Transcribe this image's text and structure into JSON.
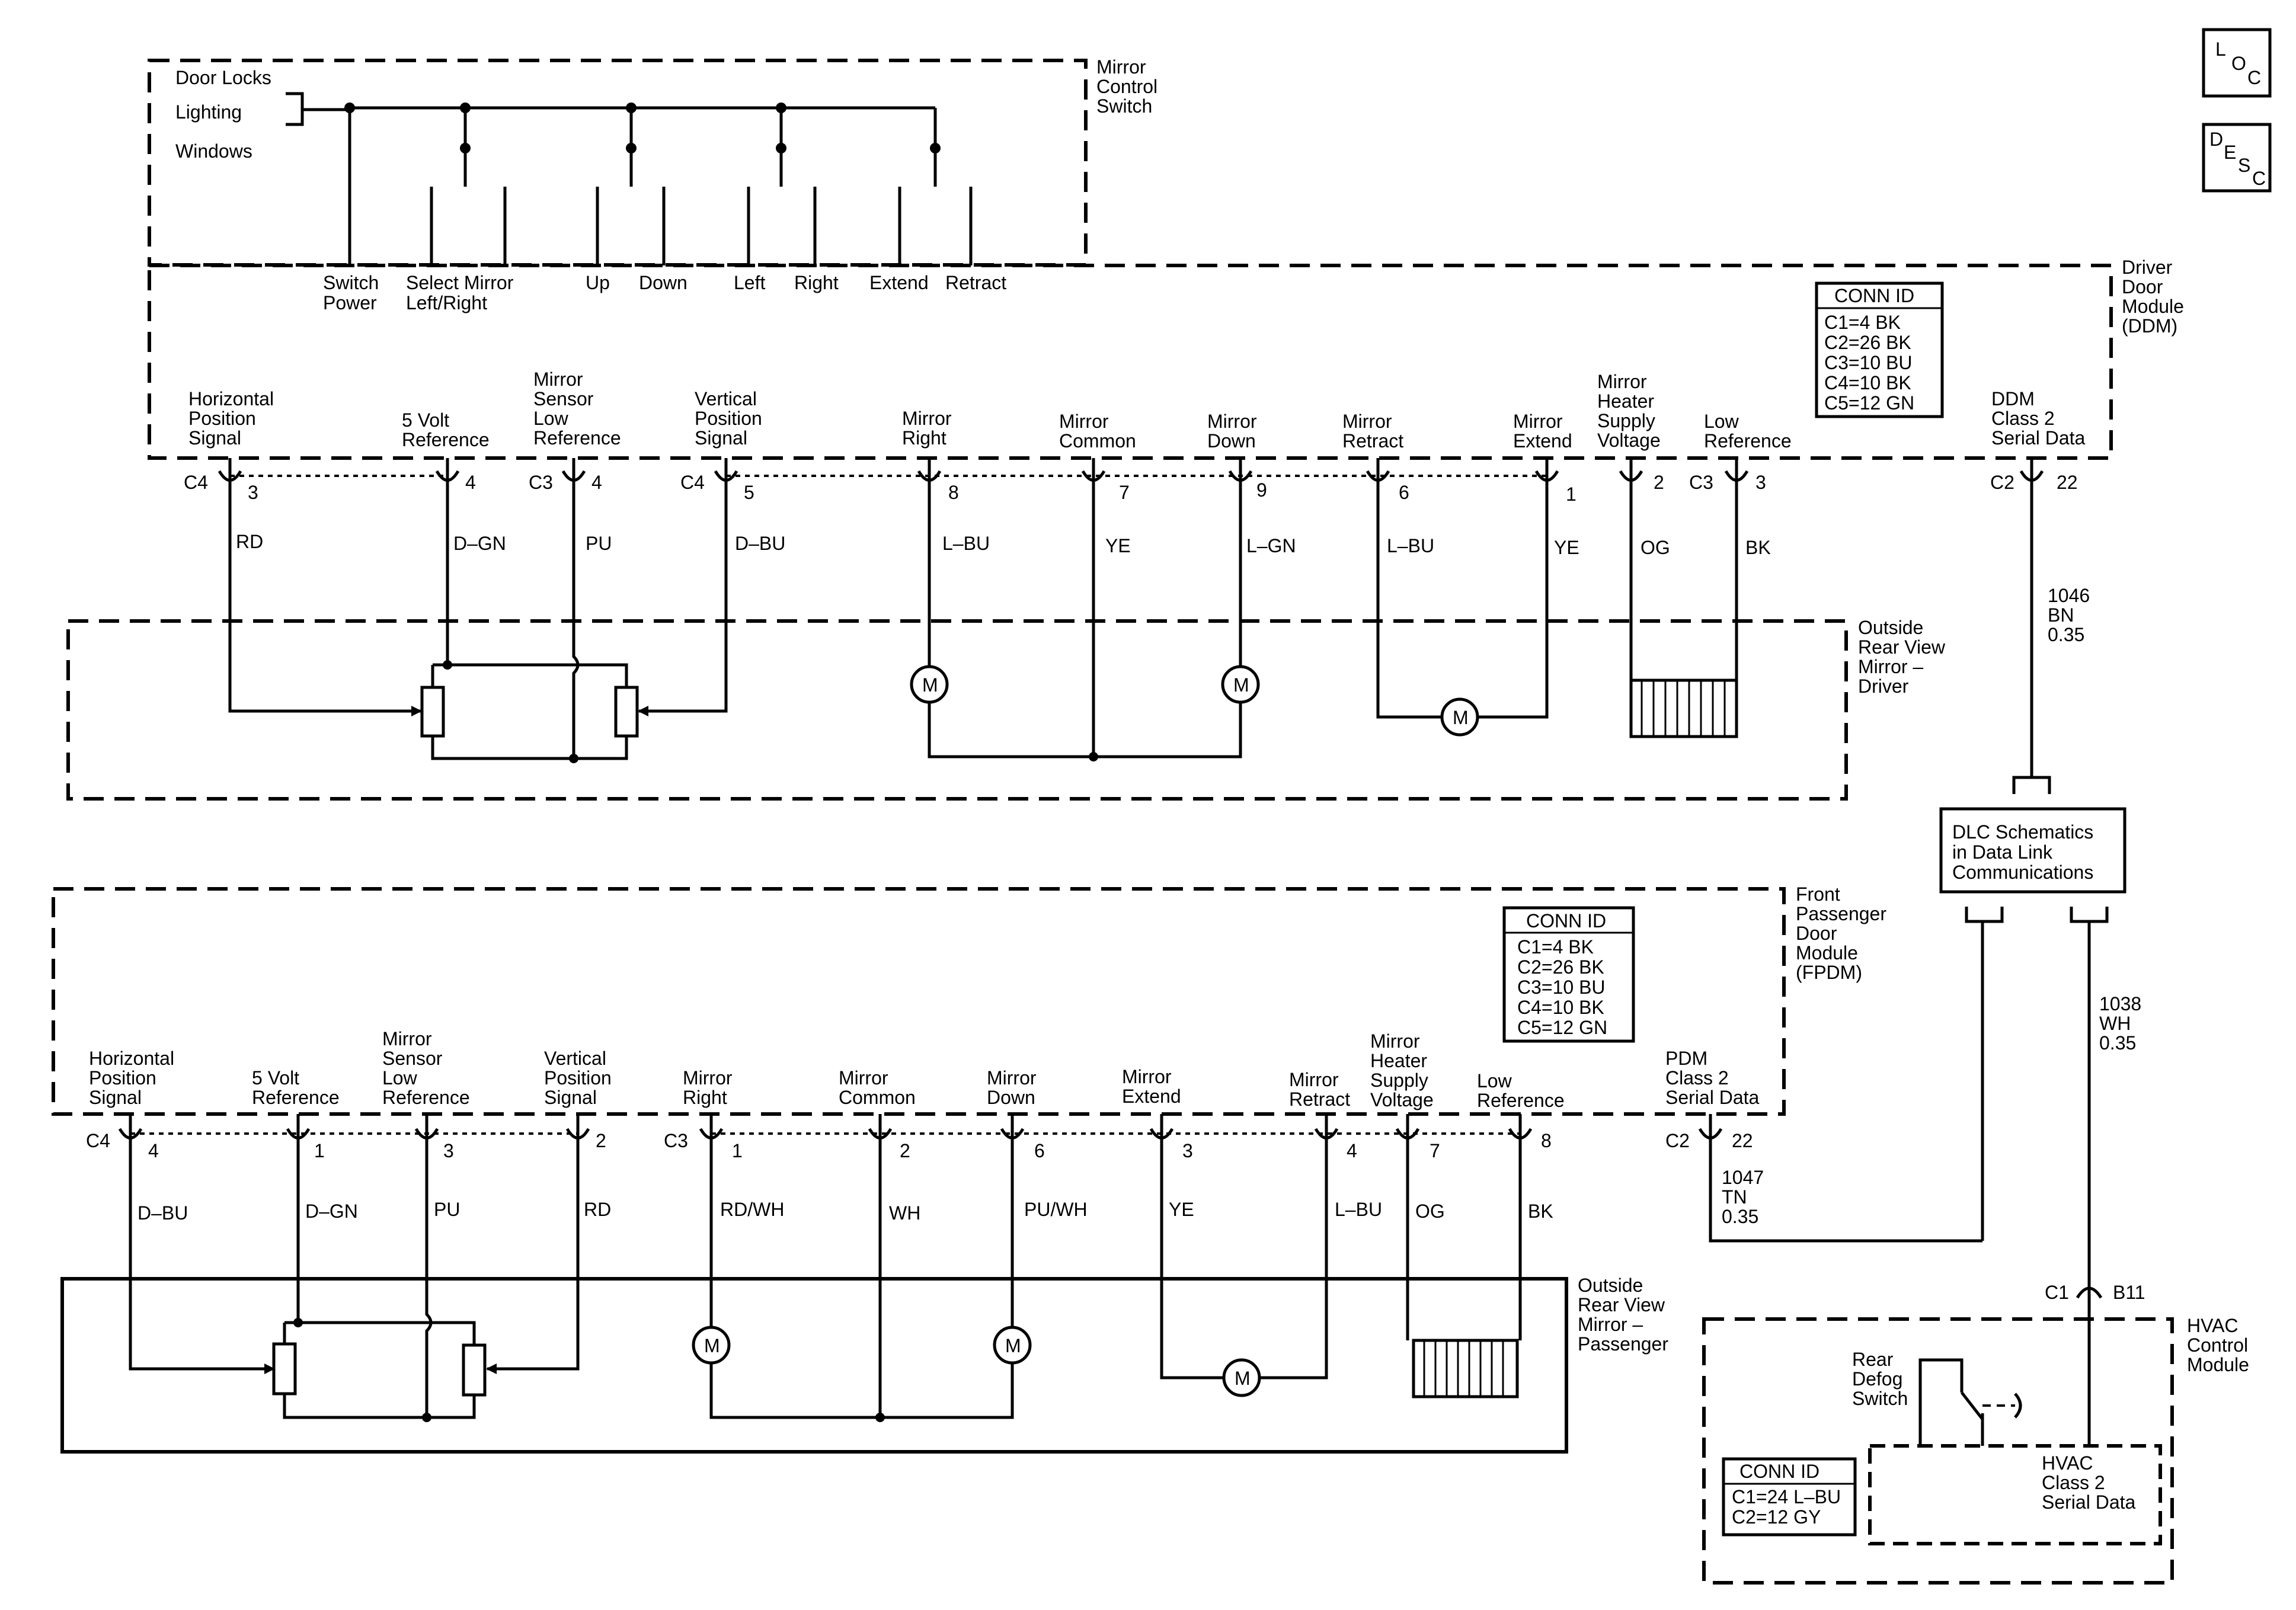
{
  "corner_icons": {
    "loc": [
      "L",
      "O",
      "C"
    ],
    "desc": [
      "D",
      "E",
      "S",
      "C"
    ]
  },
  "mirror_switch": {
    "title": [
      "Mirror",
      "Control",
      "Switch"
    ],
    "inputs": [
      "Door Locks",
      "Lighting",
      "Windows"
    ],
    "switch_labels": {
      "power": [
        "Switch",
        "Power"
      ],
      "select": [
        "Select Mirror",
        "Left/Right"
      ],
      "up": "Up",
      "down": "Down",
      "left": "Left",
      "right": "Right",
      "extend": "Extend",
      "retract": "Retract"
    }
  },
  "ddm": {
    "title": [
      "Driver",
      "Door",
      "Module",
      "(DDM)"
    ],
    "conn_id": {
      "header": "CONN ID",
      "rows": [
        "C1=4 BK",
        "C2=26 BK",
        "C3=10 BU",
        "C4=10 BK",
        "C5=12 GN"
      ]
    },
    "pins": [
      {
        "label": [
          "Horizontal",
          "Position",
          "Signal"
        ],
        "conn": "C4",
        "pin": "3",
        "wire": "RD"
      },
      {
        "label": [
          "5 Volt",
          "Reference"
        ],
        "conn": "",
        "pin": "4",
        "wire": "D–GN"
      },
      {
        "label": [
          "Mirror",
          "Sensor",
          "Low",
          "Reference"
        ],
        "conn": "C3",
        "pin": "4",
        "wire": "PU"
      },
      {
        "label": [
          "Vertical",
          "Position",
          "Signal"
        ],
        "conn": "C4",
        "pin": "5",
        "wire": "D–BU"
      },
      {
        "label": [
          "Mirror",
          "Right"
        ],
        "conn": "",
        "pin": "8",
        "wire": "L–BU"
      },
      {
        "label": [
          "Mirror Common"
        ],
        "conn": "",
        "pin": "7",
        "wire": "YE"
      },
      {
        "label": [
          "Mirror",
          "Down"
        ],
        "conn": "",
        "pin": "9",
        "wire": "L–GN"
      },
      {
        "label": [
          "Mirror",
          "Retract"
        ],
        "conn": "",
        "pin": "6",
        "wire": "L–BU"
      },
      {
        "label": [
          "Mirror",
          "Extend"
        ],
        "conn": "",
        "pin": "1",
        "wire": "YE"
      },
      {
        "label": [
          "Mirror",
          "Heater",
          "Supply",
          "Voltage"
        ],
        "conn": "",
        "pin": "2",
        "wire": "OG"
      },
      {
        "label": [
          "Low",
          "Reference"
        ],
        "conn": "C3",
        "pin": "3",
        "wire": "BK"
      }
    ],
    "serial": {
      "label": [
        "DDM",
        "Class 2",
        "Serial Data"
      ],
      "conn": "C2",
      "pin": "22",
      "circuit": [
        "1046",
        "BN",
        "0.35"
      ]
    }
  },
  "driver_mirror": {
    "title": [
      "Outside",
      "Rear View",
      "Mirror –",
      "Driver"
    ],
    "motor": "M"
  },
  "dlc": {
    "label": [
      "DLC Schematics",
      "in Data Link",
      "Communications"
    ]
  },
  "fpdm": {
    "title": [
      "Front",
      "Passenger",
      "Door",
      "Module",
      "(FPDM)"
    ],
    "conn_id": {
      "header": "CONN ID",
      "rows": [
        "C1=4 BK",
        "C2=26 BK",
        "C3=10 BU",
        "C4=10 BK",
        "C5=12 GN"
      ]
    },
    "pins": [
      {
        "label": [
          "Horizontal",
          "Position",
          "Signal"
        ],
        "conn": "C4",
        "pin": "4",
        "wire": "D–BU"
      },
      {
        "label": [
          "5 Volt",
          "Reference"
        ],
        "conn": "",
        "pin": "1",
        "wire": "D–GN"
      },
      {
        "label": [
          "Mirror",
          "Sensor",
          "Low",
          "Reference"
        ],
        "conn": "",
        "pin": "3",
        "wire": "PU"
      },
      {
        "label": [
          "Vertical",
          "Position",
          "Signal"
        ],
        "conn": "",
        "pin": "2",
        "wire": "RD"
      },
      {
        "label": [
          "Mirror",
          "Right"
        ],
        "conn": "C3",
        "pin": "1",
        "wire": "RD/WH"
      },
      {
        "label": [
          "Mirror",
          "Common"
        ],
        "conn": "",
        "pin": "2",
        "wire": "WH"
      },
      {
        "label": [
          "Mirror",
          "Down"
        ],
        "conn": "",
        "pin": "6",
        "wire": "PU/WH"
      },
      {
        "label": [
          "Mirror",
          "Extend"
        ],
        "conn": "",
        "pin": "3",
        "wire": "YE"
      },
      {
        "label": [
          "Mirror",
          "Retract"
        ],
        "conn": "",
        "pin": "4",
        "wire": "L–BU"
      },
      {
        "label": [
          "Mirror",
          "Heater",
          "Supply",
          "Voltage"
        ],
        "conn": "",
        "pin": "7",
        "wire": "OG"
      },
      {
        "label": [
          "Low",
          "Reference"
        ],
        "conn": "",
        "pin": "8",
        "wire": "BK"
      }
    ],
    "serial": {
      "label": [
        "PDM",
        "Class 2",
        "Serial Data"
      ],
      "conn": "C2",
      "pin": "22",
      "circuit": [
        "1047",
        "TN",
        "0.35"
      ]
    }
  },
  "passenger_mirror": {
    "title": [
      "Outside",
      "Rear View",
      "Mirror –",
      "Passenger"
    ],
    "motor": "M"
  },
  "hvac": {
    "title": [
      "HVAC",
      "Control",
      "Module"
    ],
    "conn": "C1",
    "pin": "B11",
    "circuit": [
      "1038",
      "WH",
      "0.35"
    ],
    "defog": [
      "Rear",
      "Defog",
      "Switch"
    ],
    "serial": [
      "HVAC",
      "Class 2",
      "Serial Data"
    ],
    "conn_id": {
      "header": "CONN ID",
      "rows": [
        "C1=24 L–BU",
        "C2=12 GY"
      ]
    }
  }
}
